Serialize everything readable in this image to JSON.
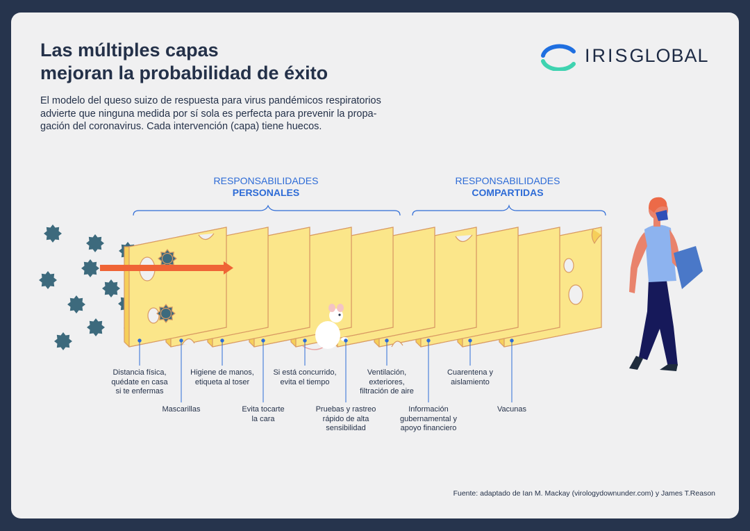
{
  "title": {
    "line1": "Las múltiples capas",
    "line2": "mejoran la probabilidad de éxito"
  },
  "intro": {
    "line1": "El modelo del queso suizo de respuesta para virus pandémicos respiratorios",
    "line2": "advierte que ninguna medida por sí sola es perfecta para prevenir la propa-",
    "line3": "gación del coronavirus. Cada intervención (capa) tiene huecos."
  },
  "logo": {
    "brand_part1": "IRIS",
    "brand_part2": "GLOBAL"
  },
  "groups": {
    "personal": {
      "line1": "RESPONSABILIDADES",
      "line2": "PERSONALES"
    },
    "shared": {
      "line1": "RESPONSABILIDADES",
      "line2": "COMPARTIDAS"
    }
  },
  "layers": [
    {
      "id": "distancia",
      "lines": [
        "Distancia física,",
        "quédate en casa",
        "si te enfermas"
      ]
    },
    {
      "id": "mascarillas",
      "lines": [
        "Mascarillas"
      ]
    },
    {
      "id": "higiene",
      "lines": [
        "Higiene de manos,",
        "etiqueta al toser"
      ]
    },
    {
      "id": "cara",
      "lines": [
        "Evita tocarte",
        "la cara"
      ]
    },
    {
      "id": "concurrido",
      "lines": [
        "Si está concurrido,",
        "evita el tiempo"
      ]
    },
    {
      "id": "pruebas",
      "lines": [
        "Pruebas y rastreo",
        "rápido de alta",
        "sensibilidad"
      ]
    },
    {
      "id": "ventilacion",
      "lines": [
        "Ventilación,",
        "exteriores,",
        "filtración de aire"
      ]
    },
    {
      "id": "informacion",
      "lines": [
        "Información",
        "gubernamental y",
        "apoyo financiero"
      ]
    },
    {
      "id": "cuarentena",
      "lines": [
        "Cuarentena y",
        "aislamiento"
      ]
    },
    {
      "id": "vacunas",
      "lines": [
        "Vacunas"
      ]
    }
  ],
  "source": "Fuente: adaptado de Ian M. Mackay (virologydownunder.com) y James T.Reason",
  "colors": {
    "background": "#26344d",
    "card": "#f0f0f1",
    "title": "#243149",
    "accent_blue": "#2d6bd6",
    "cheese_front": "#fbe68a",
    "cheese_side": "#f6cf5a",
    "cheese_outline": "#d99a63",
    "virus": "#3d6a7d",
    "arrow": "#ef6436",
    "logo_blue": "#1f6fe0",
    "logo_teal": "#3fd3b0"
  },
  "icons": [
    "virus-icon",
    "cheese-slice-icon",
    "mouse-icon",
    "person-icon",
    "logo-icon"
  ]
}
